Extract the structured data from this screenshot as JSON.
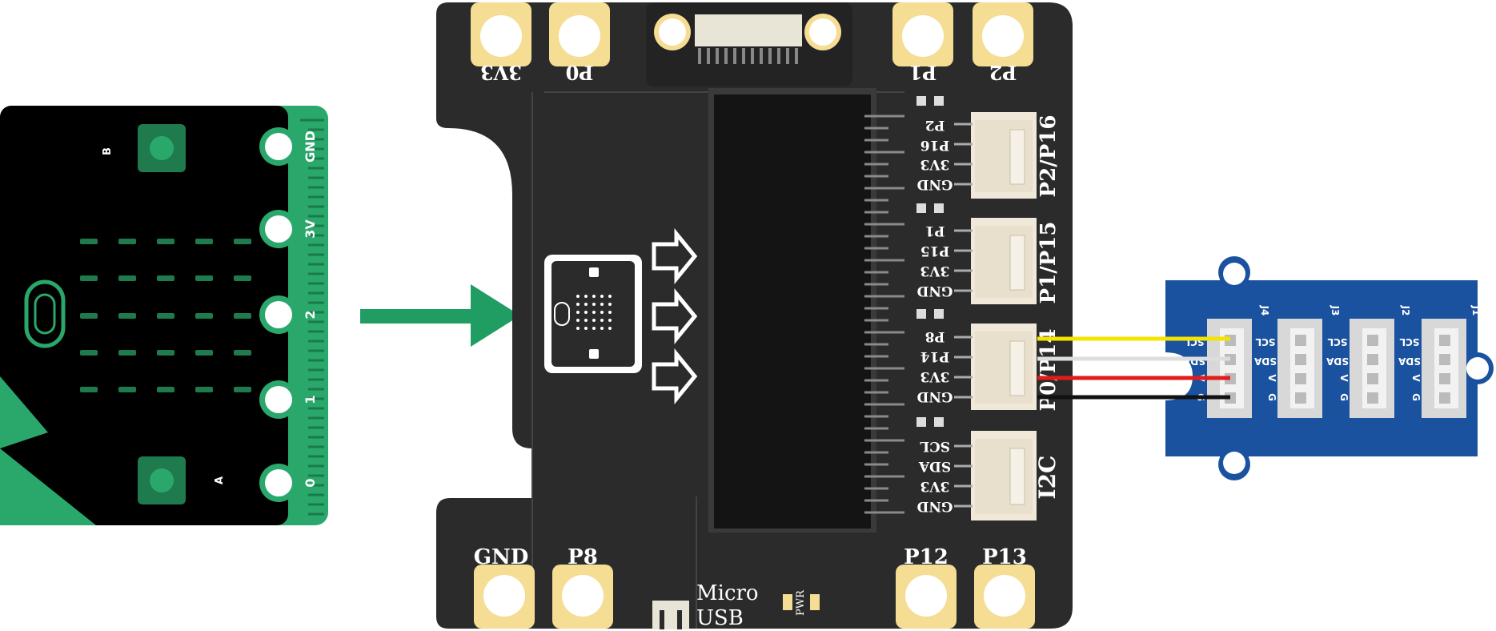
{
  "microbit": {
    "edge_labels": [
      "GND",
      "3V",
      "2",
      "1",
      "0"
    ],
    "button_a": "A",
    "button_b": "B"
  },
  "expansion_board": {
    "top_pads": [
      "3V3",
      "P0",
      "P1",
      "P2"
    ],
    "bottom_pads": [
      "GND",
      "P8",
      "P12",
      "P13"
    ],
    "micro_usb_line1": "Micro",
    "micro_usb_line2": "USB",
    "pwr_label": "PWR",
    "ports": [
      {
        "name": "P2/P16",
        "pins": [
          "P2",
          "P16",
          "3V3",
          "GND"
        ]
      },
      {
        "name": "P1/P15",
        "pins": [
          "P1",
          "P15",
          "3V3",
          "GND"
        ]
      },
      {
        "name": "P0/P14",
        "pins": [
          "P8",
          "P14",
          "3V3",
          "GND"
        ]
      },
      {
        "name": "I2C",
        "pins": [
          "SCL",
          "SDA",
          "3V3",
          "GND"
        ]
      }
    ]
  },
  "grove_module": {
    "connectors": [
      "J4",
      "J3",
      "J2",
      "J1"
    ],
    "pin_labels": [
      "SCL",
      "SDA",
      "V",
      "G"
    ]
  },
  "colors": {
    "arrow": "#1f9d62",
    "microbit_green": "#2aa86b",
    "board": "#2b2b2b",
    "pad": "#f5dd94",
    "grove_blue": "#1a52a0",
    "wire_yellow": "#f5e400",
    "wire_white": "#dddddd",
    "wire_red": "#e31b1b",
    "wire_black": "#111111"
  }
}
